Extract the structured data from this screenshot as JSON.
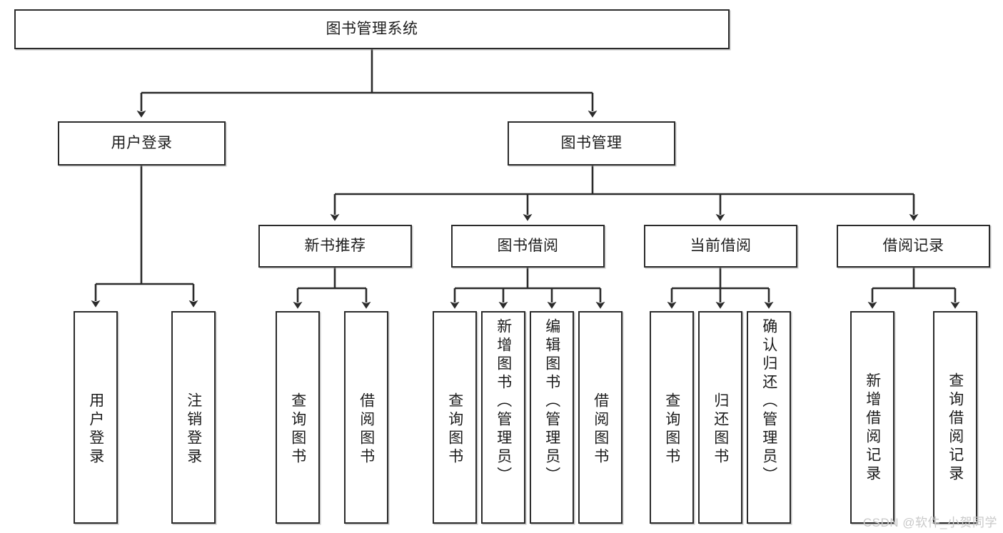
{
  "diagram": {
    "title": "图书管理系统",
    "type": "tree",
    "watermark": "CSDN @软件_小贺同学",
    "colors": {
      "node_border": "#2b2b2b",
      "node_fill": "#ffffff",
      "edge": "#2b2b2b",
      "text": "#1c1c1c",
      "watermark": "#c9c9c9",
      "background": "#ffffff"
    },
    "nodes": {
      "root": {
        "label": "图书管理系统"
      },
      "level2": [
        {
          "id": "user-login",
          "label": "用户登录"
        },
        {
          "id": "book-manage",
          "label": "图书管理"
        }
      ],
      "level3": [
        {
          "id": "new-book-recommend",
          "label": "新书推荐"
        },
        {
          "id": "book-borrow",
          "label": "图书借阅"
        },
        {
          "id": "current-borrow",
          "label": "当前借阅"
        },
        {
          "id": "borrow-record",
          "label": "借阅记录"
        }
      ],
      "leaves": {
        "user_login": [
          {
            "id": "leaf-user-login",
            "label": "用户登录"
          },
          {
            "id": "leaf-logout-login",
            "label": "注销登录"
          }
        ],
        "new_book_recommend": [
          {
            "id": "leaf-query-book-1",
            "label": "查询图书"
          },
          {
            "id": "leaf-borrow-book-1",
            "label": "借阅图书"
          }
        ],
        "book_borrow": [
          {
            "id": "leaf-query-book-2",
            "label": "查询图书"
          },
          {
            "id": "leaf-add-book",
            "label": "新增图书（管理员）"
          },
          {
            "id": "leaf-edit-book",
            "label": "编辑图书（管理员）"
          },
          {
            "id": "leaf-borrow-book-2",
            "label": "借阅图书"
          }
        ],
        "current_borrow": [
          {
            "id": "leaf-query-book-3",
            "label": "查询图书"
          },
          {
            "id": "leaf-return-book",
            "label": "归还图书"
          },
          {
            "id": "leaf-confirm-return",
            "label": "确认归还（管理员）"
          }
        ],
        "borrow_record": [
          {
            "id": "leaf-add-record",
            "label": "新增借阅记录"
          },
          {
            "id": "leaf-query-record",
            "label": "查询借阅记录"
          }
        ]
      }
    }
  }
}
